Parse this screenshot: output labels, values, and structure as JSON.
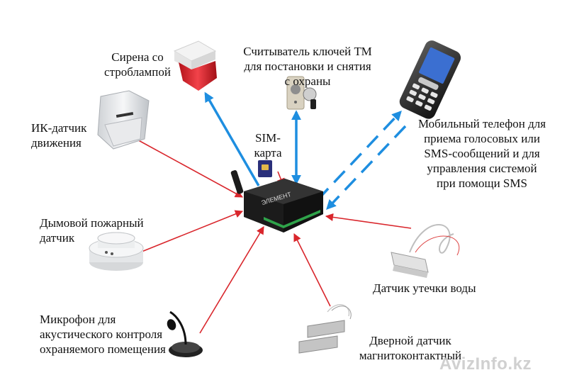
{
  "labels": {
    "siren": "Сирена со\nстроблампой",
    "reader": "Считыватель ключей ТМ\nдля постановки и снятия\nс охраны",
    "phone": "Мобильный телефон для\nприема голосовых или\nSMS-сообщений и для\nуправления системой\nпри помощи SMS",
    "pir": "ИК-датчик\nдвижения",
    "sim": "SIM-\nкарта",
    "smoke": "Дымовой пожарный\nдатчик",
    "water": "Датчик утечки воды",
    "mic": "Микрофон для\nакустического контроля\nохраняемого помещения",
    "door": "Дверной датчик\nмагнитоконтактный",
    "device_brand": "ЭЛЕМЕНТ",
    "watermark": "AvizInfo.kz"
  },
  "colors": {
    "input_arrow": "#d9262c",
    "output_arrow": "#1e8ee0",
    "device_body": "#1b1b1b",
    "device_pins": "#2fa34a"
  },
  "icons": {
    "siren": "siren-strobe-icon",
    "reader": "touch-memory-reader-icon",
    "phone": "mobile-phone-icon",
    "pir": "pir-motion-sensor-icon",
    "sim": "sim-card-icon",
    "smoke": "smoke-detector-icon",
    "water": "water-leak-sensor-icon",
    "mic": "microphone-icon",
    "door": "magnetic-door-sensor-icon",
    "device": "gsm-controller-icon"
  }
}
